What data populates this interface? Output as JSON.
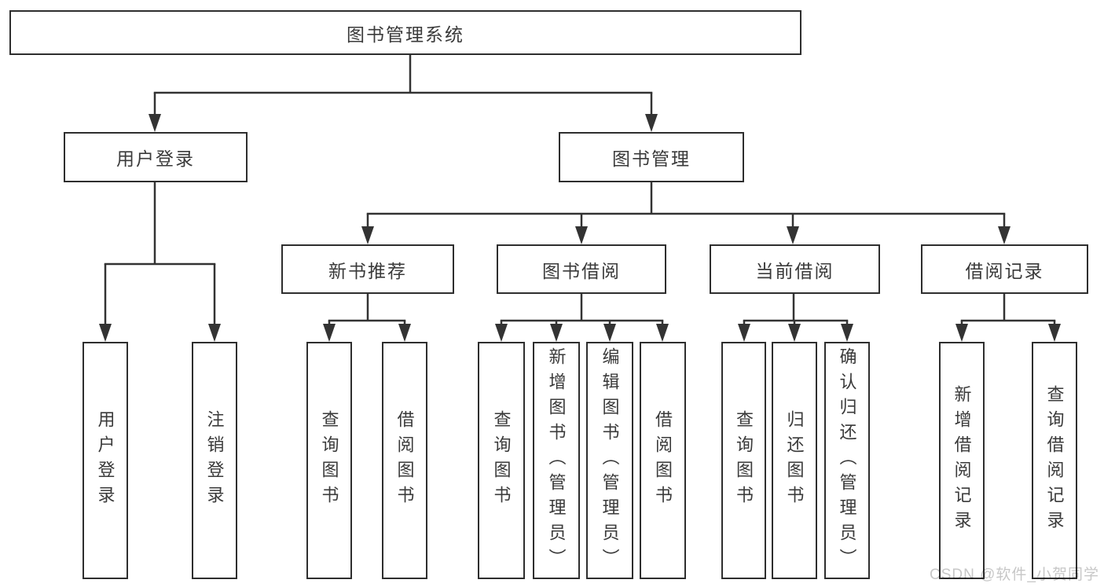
{
  "tree": {
    "label": "图书管理系统",
    "children": [
      {
        "label": "用户登录",
        "children": [
          {
            "label": "用户登录"
          },
          {
            "label": "注销登录"
          }
        ]
      },
      {
        "label": "图书管理",
        "children": [
          {
            "label": "新书推荐",
            "children": [
              {
                "label": "查询图书"
              },
              {
                "label": "借阅图书"
              }
            ]
          },
          {
            "label": "图书借阅",
            "children": [
              {
                "label": "查询图书"
              },
              {
                "label": "新增图书（管理员）"
              },
              {
                "label": "编辑图书（管理员）"
              },
              {
                "label": "借阅图书"
              }
            ]
          },
          {
            "label": "当前借阅",
            "children": [
              {
                "label": "查询图书"
              },
              {
                "label": "归还图书"
              },
              {
                "label": "确认归还（管理员）"
              }
            ]
          },
          {
            "label": "借阅记录",
            "children": [
              {
                "label": "新增借阅记录"
              },
              {
                "label": "查询借阅记录"
              }
            ]
          }
        ]
      }
    ]
  },
  "watermark": {
    "text": "CSDN @软件_小贺同学"
  },
  "colors": {
    "line": "#333333",
    "box_border": "#2e2e2e",
    "text": "#3a3a3a",
    "watermark": "#c7c7c7",
    "background": "#ffffff"
  }
}
